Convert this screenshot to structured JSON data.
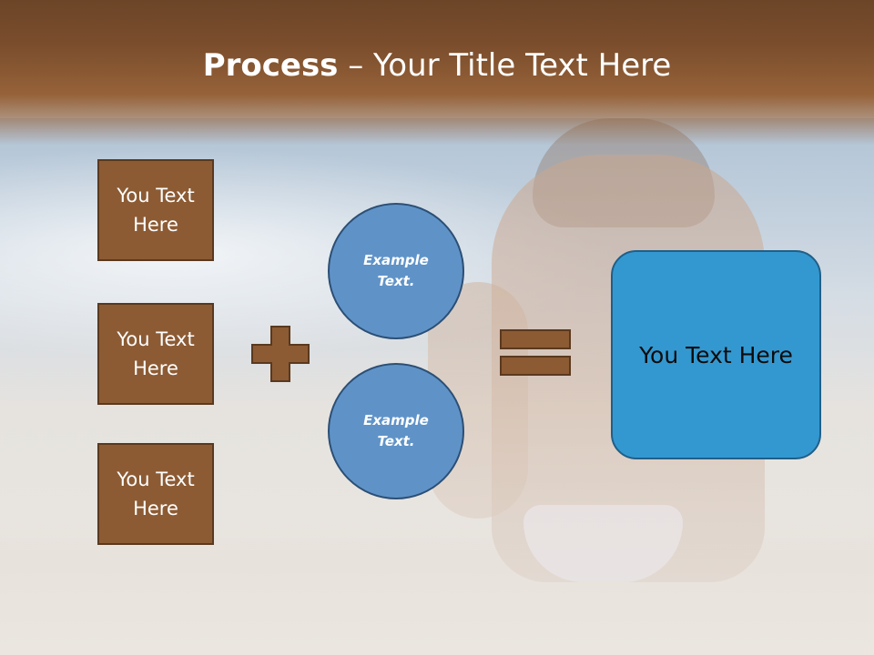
{
  "slide": {
    "title_bold": "Process",
    "title_rest": " – Your Title Text Here",
    "boxes": [
      "You Text Here",
      "You Text Here",
      "You Text Here"
    ],
    "circles": [
      "Example Text.",
      "Example Text."
    ],
    "result": "You Text Here"
  },
  "colors": {
    "title_band": "#7a4d2c",
    "box_fill": "#8c5b34",
    "circle_fill": "#5f93c8",
    "result_fill": "#3498d0"
  },
  "icons": [
    "plus-icon",
    "equals-icon"
  ]
}
